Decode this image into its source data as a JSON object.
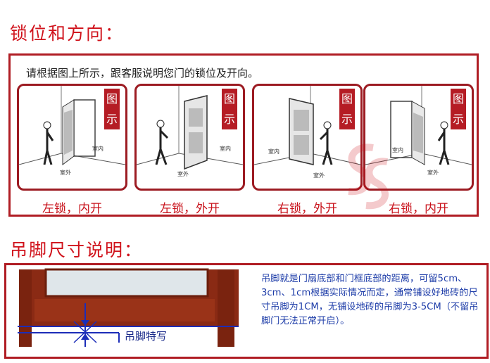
{
  "section1_title": "锁位和方向：",
  "instruction": "请根据图上所示，跟客服说明您门的锁位及开向。",
  "badge_text": [
    "图",
    "示"
  ],
  "room_labels": {
    "inside": "室内",
    "outside": "室外"
  },
  "panels": [
    {
      "caption": "左锁，内开"
    },
    {
      "caption": "左锁，外开"
    },
    {
      "caption": "右锁，外开"
    },
    {
      "caption": "右锁，内开"
    }
  ],
  "section2_title": "吊脚尺寸说明：",
  "foot_label": "吊脚特写",
  "note_text": "吊脚就是门扇底部和门框底部的距离，可留5cm、3cm、1cm根据实际情况而定，通常铺设好地砖的尺寸吊脚为1CM，无铺设地砖的吊脚为3-5CM（不留吊脚门无法正常开启）。",
  "colors": {
    "accent": "#d0121b",
    "frame": "#b01d24",
    "note": "#1d3ca8",
    "wood": "#8a2a14"
  }
}
